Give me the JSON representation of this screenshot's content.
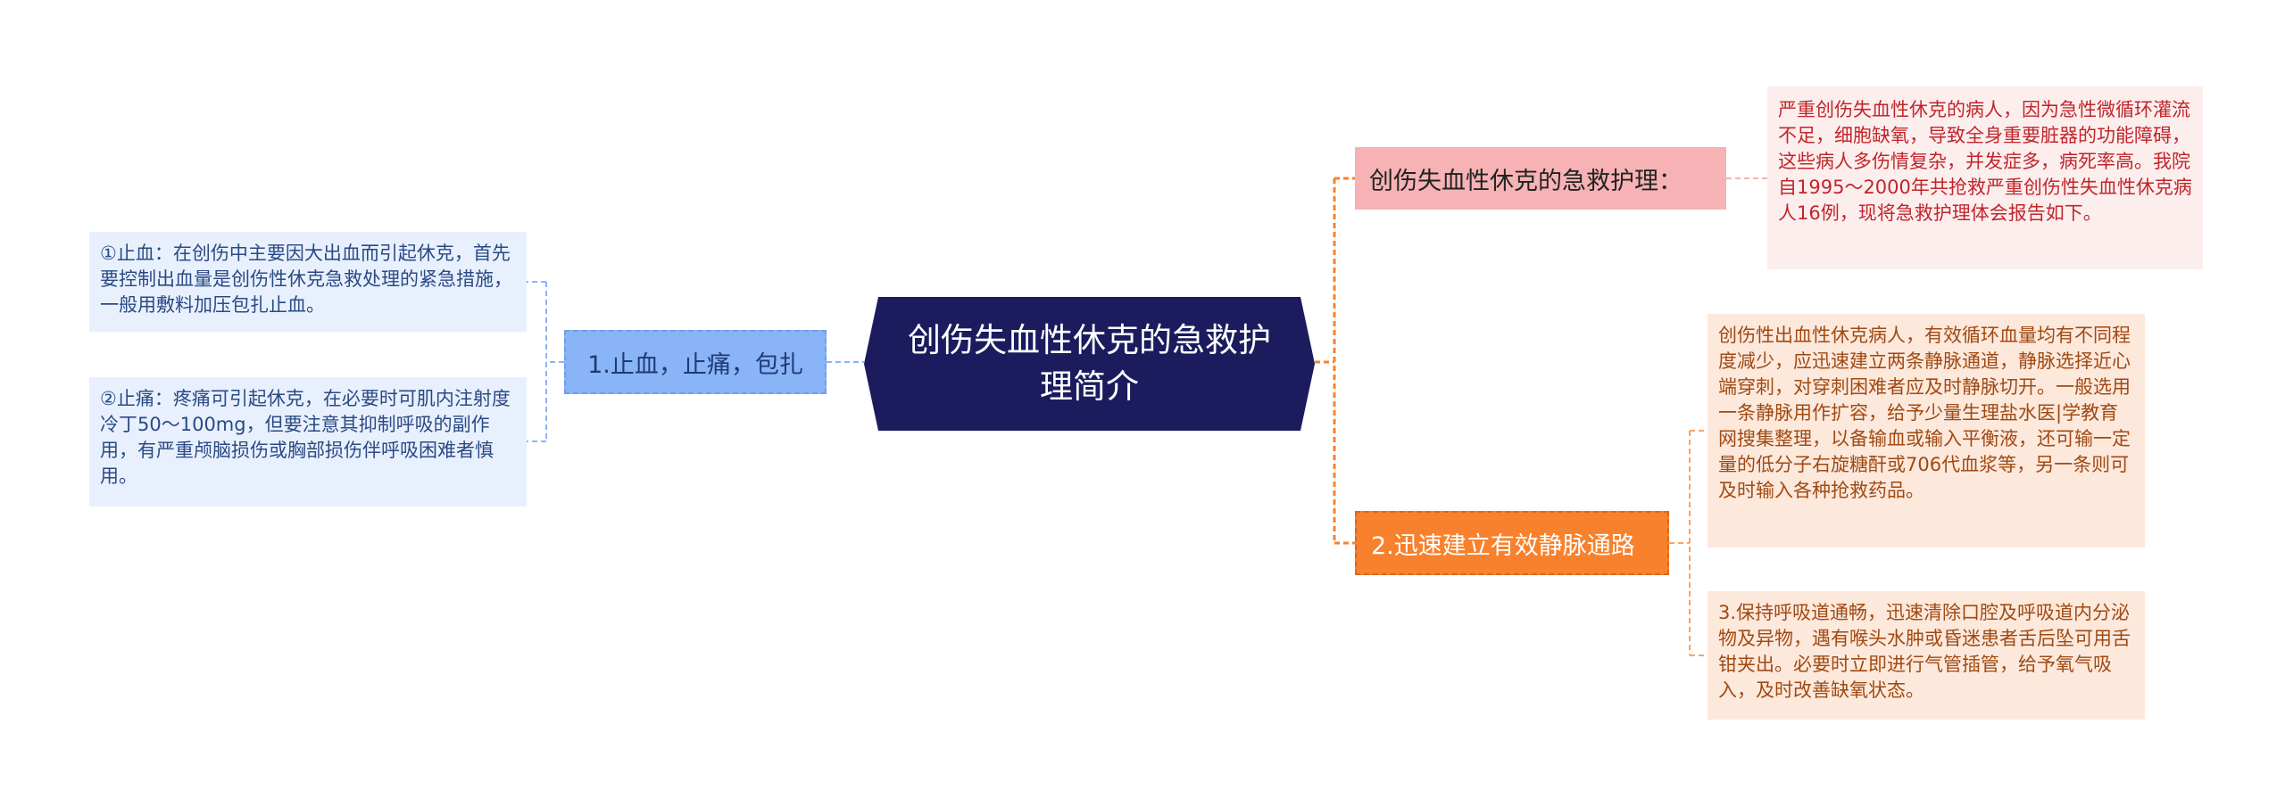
{
  "central": {
    "title": "创伤失血性休克的急救护理简介"
  },
  "left_branch": {
    "label": "1.止血，止痛，包扎",
    "leaves": [
      "①止血：在创伤中主要因大出血而引起休克，首先要控制出血量是创伤性休克急救处理的紧急措施，一般用敷料加压包扎止血。",
      "②止痛：疼痛可引起休克，在必要时可肌内注射度冷丁50～100mg，但要注意其抑制呼吸的副作用，有严重颅脑损伤或胸部损伤伴呼吸困难者慎用。"
    ]
  },
  "right_branch_1": {
    "label": "创伤失血性休克的急救护理：",
    "leaf": "严重创伤失血性休克的病人，因为急性微循环灌流不足，细胞缺氧，导致全身重要脏器的功能障碍，这些病人多伤情复杂，并发症多，病死率高。我院自1995～2000年共抢救严重创伤性失血性休克病人16例，现将急救护理体会报告如下。"
  },
  "right_branch_2": {
    "label": "2.迅速建立有效静脉通路",
    "leaves": [
      "创伤性出血性休克病人，有效循环血量均有不同程度减少，应迅速建立两条静脉通道，静脉选择近心端穿刺，对穿刺困难者应及时静脉切开。一般选用一条静脉用作扩容，给予少量生理盐水医|学教育网搜集整理，以备输血或输入平衡液，还可输一定量的低分子右旋糖酐或706代血浆等，另一条则可及时输入各种抢救药品。",
      "3.保持呼吸道通畅，迅速清除口腔及呼吸道内分泌物及异物，遇有喉头水肿或昏迷患者舌后坠可用舌钳夹出。必要时立即进行气管插管，给予氧气吸入，及时改善缺氧状态。"
    ]
  },
  "colors": {
    "central_bg": "#1b1b5e",
    "left_topic_bg": "#8ab4f8",
    "left_leaf_bg": "#e8f0fe",
    "right_topic1_bg": "#f6b2b4",
    "right_leaf1_bg": "#fdeeee",
    "right_topic2_bg": "#f7812c",
    "right_leaf2_bg": "#fde8dc"
  }
}
